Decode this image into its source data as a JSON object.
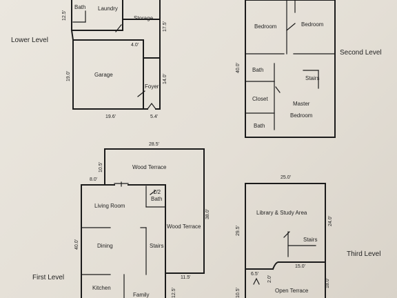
{
  "levels": {
    "lower": "Lower Level",
    "second": "Second Level",
    "first": "First Level",
    "third": "Third Level"
  },
  "lower": {
    "rooms": {
      "bath": "Bath",
      "laundry": "Laundry",
      "storage": "Storage",
      "garage": "Garage",
      "foyer": "Foyer"
    },
    "dims": {
      "left_top": "12.5'",
      "right_top": "17.5'",
      "mid": "4.0'",
      "left_garage": "19.0'",
      "foyer_side": "14.0'",
      "bottom_garage": "19.6'",
      "bottom_foyer": "5.4'"
    }
  },
  "second": {
    "rooms": {
      "bedroom1": "Bedroom",
      "bedroom2": "Bedroom",
      "bath": "Bath",
      "stairs": "Stairs",
      "closet": "Closet",
      "master": "Master",
      "master_bedroom": "Bedroom",
      "bath2": "Bath"
    },
    "dims": {
      "left": "40.0'"
    }
  },
  "first": {
    "rooms": {
      "wood_terrace_top": "Wood Terrace",
      "half_bath_a": "1/2",
      "half_bath_b": "Bath",
      "living": "Living Room",
      "wood_terrace_side": "Wood Terrace",
      "dining": "Dining",
      "stairs": "Stairs",
      "kitchen": "Kitchen",
      "family": "Family"
    },
    "dims": {
      "top": "28.5'",
      "left_top": "10.5'",
      "step": "8.0'",
      "right": "38.0'",
      "left": "40.0'",
      "bottom_right": "11.5'",
      "lower_side": "12.5'"
    }
  },
  "third": {
    "rooms": {
      "library": "Library & Study Area",
      "stairs": "Stairs",
      "open_terrace": "Open Terrace"
    },
    "dims": {
      "top": "25.0'",
      "left": "29.5'",
      "right": "24.0'",
      "notch": "6.5'",
      "notch_v": "2.0'",
      "terrace_top": "15.0'",
      "bottom_left": "10.5'",
      "bottom_right": "18.0'"
    }
  }
}
